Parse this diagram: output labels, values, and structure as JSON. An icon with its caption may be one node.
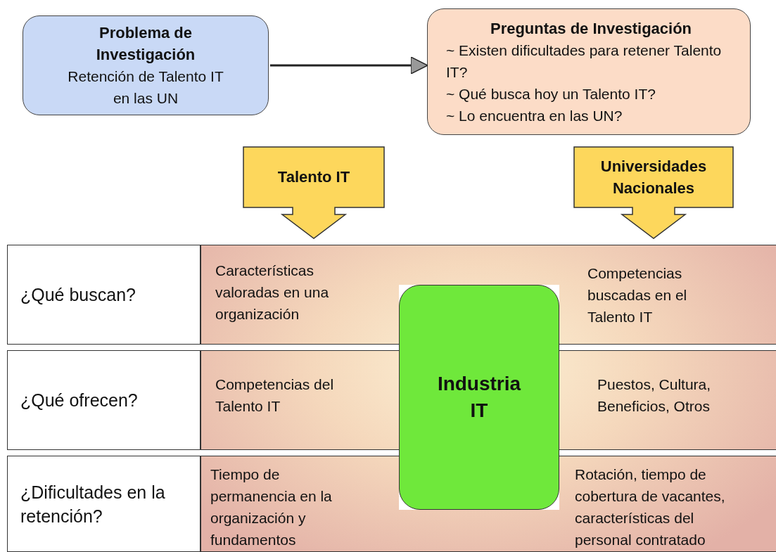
{
  "diagram": {
    "nodes": [
      {
        "text": [
          "Problema de Investigación",
          "Retención de Talento IT en las UN"
        ]
      },
      {
        "text": [
          "Preguntas de Investigación",
          "~ Existen dificultades para retener Talento IT?",
          "~ Qué busca hoy un Talento IT?",
          "~ Lo encuentra en las UN?"
        ]
      },
      {
        "text": [
          "Talento IT"
        ]
      },
      {
        "text": [
          "Universidades Nacionales"
        ]
      },
      {
        "text": [
          "¿Qué buscan?"
        ]
      },
      {
        "text": [
          "Características valoradas en una organización"
        ]
      },
      {
        "text": [
          "Competencias buscadas en el Talento IT"
        ]
      },
      {
        "text": [
          "¿Qué ofrecen?"
        ]
      },
      {
        "text": [
          "Competencias del Talento IT"
        ]
      },
      {
        "text": [
          "Puestos, Cultura, Beneficios, Otros"
        ]
      },
      {
        "text": [
          "¿Dificultades en la retención?"
        ]
      },
      {
        "text": [
          "Tiempo de permanencia en la organización y fundamentos"
        ]
      },
      {
        "text": [
          "Rotación, tiempo de cobertura de vacantes, características del personal contratado"
        ]
      },
      {
        "text": [
          "Industria IT"
        ]
      }
    ],
    "edges": [
      {
        "from": 0,
        "to": 1,
        "arrow": "to"
      }
    ]
  }
}
